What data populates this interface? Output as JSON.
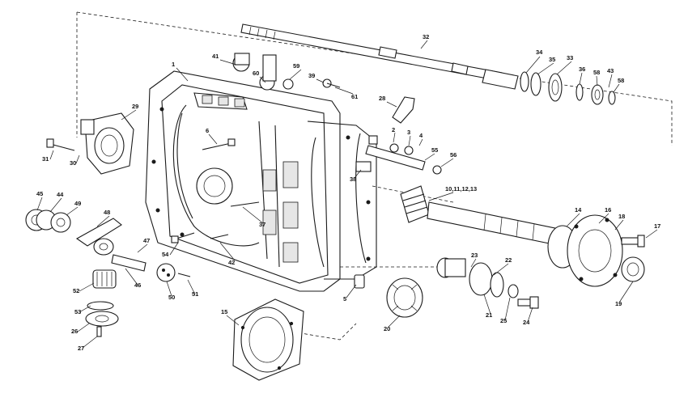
{
  "labels": {
    "l1": "1",
    "l2": "2",
    "l3": "3",
    "l4": "4",
    "l5": "5",
    "l6": "6",
    "l14": "14",
    "l15": "15",
    "l16": "16",
    "l17": "17",
    "l18": "18",
    "l19": "19",
    "l20": "20",
    "l21": "21",
    "l22": "22",
    "l23": "23",
    "l24": "24",
    "l25": "25",
    "l26": "26",
    "l27": "27",
    "l28": "28",
    "l29": "29",
    "l30": "30",
    "l31": "31",
    "l32": "32",
    "l33": "33",
    "l34": "34",
    "l35": "35",
    "l36": "36",
    "l37": "37",
    "l38": "38",
    "l39": "39",
    "l41": "41",
    "l42": "42",
    "l43": "43",
    "l44": "44",
    "l45": "45",
    "l46": "46",
    "l47": "47",
    "l48": "48",
    "l49": "49",
    "l50": "50",
    "l51": "51",
    "l52": "52",
    "l53": "53",
    "l54": "54",
    "l55": "55",
    "l56": "56",
    "l58a": "58",
    "l58b": "58",
    "l59": "59",
    "l60": "60",
    "l61": "61",
    "l10": "10,11,12,13"
  }
}
